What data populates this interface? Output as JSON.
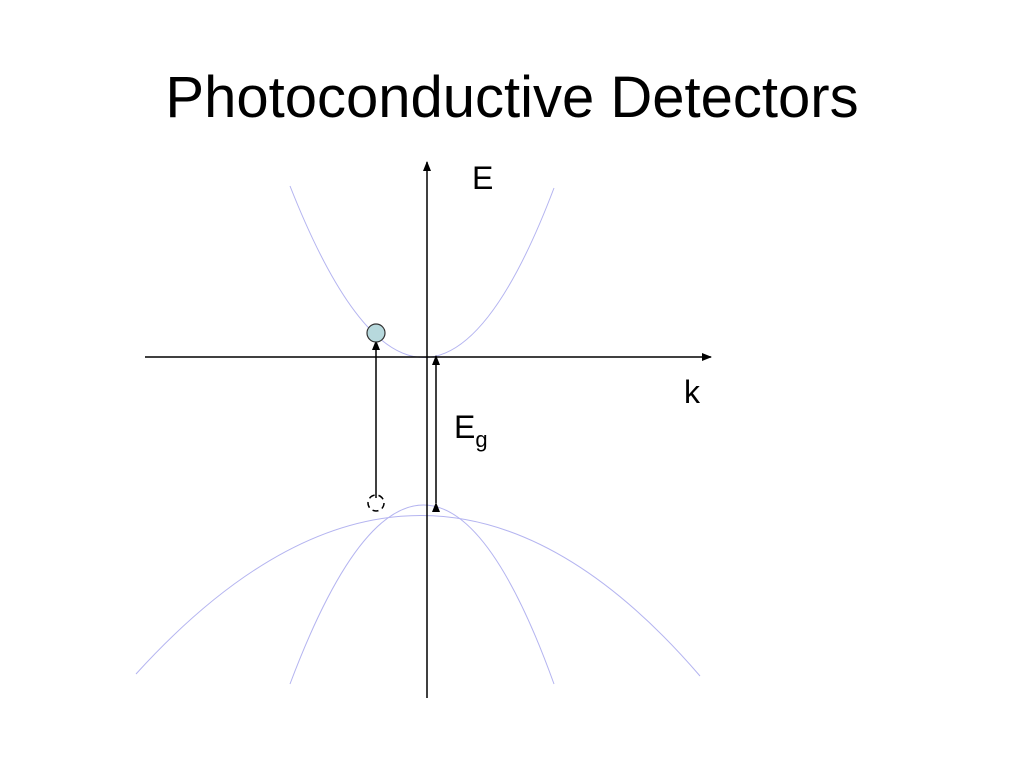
{
  "slide": {
    "title": "Photoconductive Detectors"
  },
  "diagram": {
    "energy_axis_label": "E",
    "momentum_axis_label": "k",
    "bandgap_label": "E",
    "bandgap_subscript": "g"
  },
  "colors": {
    "band_curve": "#b4b4f0",
    "axis": "#000000",
    "electron_fill": "#b7d9dd",
    "electron_stroke": "#333333"
  }
}
